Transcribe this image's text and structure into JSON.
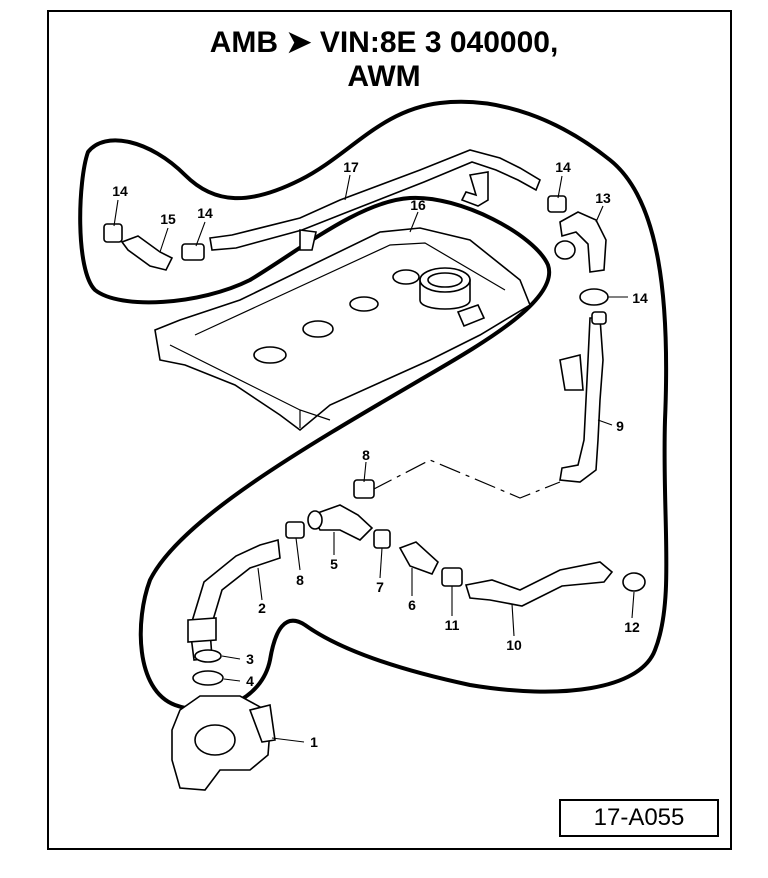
{
  "title": {
    "line1": "AMB ➤ VIN:8E 3 040000,",
    "line2": "AWM"
  },
  "code": "17-A055",
  "callouts": {
    "p1": "1",
    "p2": "2",
    "p3": "3",
    "p4": "4",
    "p5": "5",
    "p6": "6",
    "p7": "7",
    "p8a": "8",
    "p8b": "8",
    "p9": "9",
    "p10": "10",
    "p11": "11",
    "p12": "12",
    "p13": "13",
    "p14a": "14",
    "p14b": "14",
    "p14c": "14",
    "p14d": "14",
    "p15": "15",
    "p16": "16",
    "p17": "17"
  }
}
